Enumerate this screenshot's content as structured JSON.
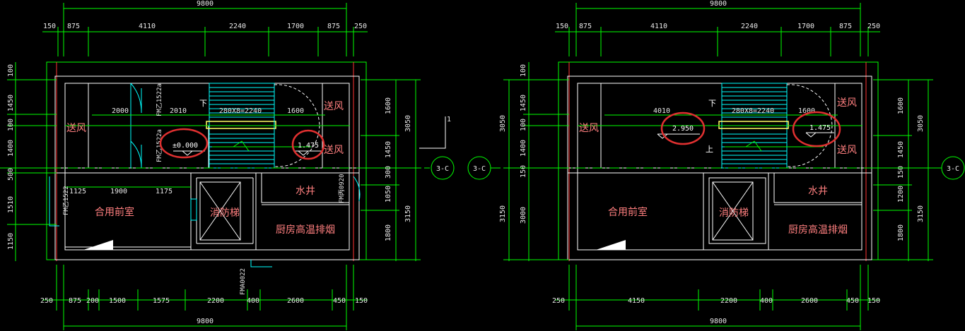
{
  "plan_left": {
    "top_total": "9800",
    "top_dims": [
      "150",
      "875",
      "4110",
      "2240",
      "1700",
      "875",
      "250"
    ],
    "left_dims": [
      "100",
      "1450",
      "100",
      "1400",
      "500",
      "1510",
      "1150"
    ],
    "right_dims_inner": [
      "1600",
      "1450",
      "300",
      "1050",
      "1800"
    ],
    "right_dims_outer": [
      "3050",
      "3150"
    ],
    "bottom_dims": [
      "250",
      "875",
      "200",
      "1500",
      "1575",
      "2200",
      "400",
      "2600",
      "450",
      "150"
    ],
    "bottom_total": "9800",
    "inner_dims": [
      "2000",
      "2010",
      "280X8=2240",
      "1600",
      "1125",
      "1900",
      "1175"
    ],
    "rooms": {
      "air_supply_1": "送风",
      "air_supply_2": "送风",
      "air_supply_3": "送风",
      "lobby": "合用前室",
      "fire_elevator": "消防梯",
      "water_shaft": "水井",
      "kitchen_exhaust": "厨房高温排烟"
    },
    "door_tags": [
      "FM乙1522a",
      "FM乙1522a",
      "FM乙1522",
      "FM丙0920",
      "FMA0022"
    ],
    "stair_down": "下",
    "levels": [
      "±0.000",
      "1.475"
    ],
    "axis_label": "3-C",
    "section_mark": "1"
  },
  "plan_right": {
    "top_total": "9800",
    "top_dims": [
      "150",
      "875",
      "4110",
      "2240",
      "1700",
      "875",
      "250"
    ],
    "left_dims_inner": [
      "100",
      "1450",
      "100",
      "1400",
      "150",
      "3000"
    ],
    "left_dims_outer": [
      "3050",
      "3150"
    ],
    "right_dims_inner": [
      "1600",
      "1450",
      "150",
      "1200",
      "1800"
    ],
    "right_dims_outer": [
      "3050",
      "3150"
    ],
    "bottom_dims": [
      "250",
      "4150",
      "2200",
      "400",
      "2600",
      "450",
      "150"
    ],
    "bottom_total": "9800",
    "inner_dims": [
      "4010",
      "280X8=2240",
      "1600"
    ],
    "rooms": {
      "air_supply_1": "送风",
      "air_supply_2": "送风",
      "air_supply_3": "送风",
      "lobby": "合用前室",
      "fire_elevator": "消防梯",
      "water_shaft": "水井",
      "kitchen_exhaust": "厨房高温排烟"
    },
    "stair_down": "下",
    "stair_up": "上",
    "levels": [
      "2.950",
      "1.475"
    ],
    "axis_label_left": "3-C",
    "axis_label_right": "3-C"
  },
  "colors": {
    "background": "#000000",
    "dimension": "#00ff00",
    "wall": "#ffffff",
    "room_text": "#ff7f7f",
    "highlight": "#e03030",
    "door": "#00ffff",
    "stair_rail": "#ffff66"
  }
}
